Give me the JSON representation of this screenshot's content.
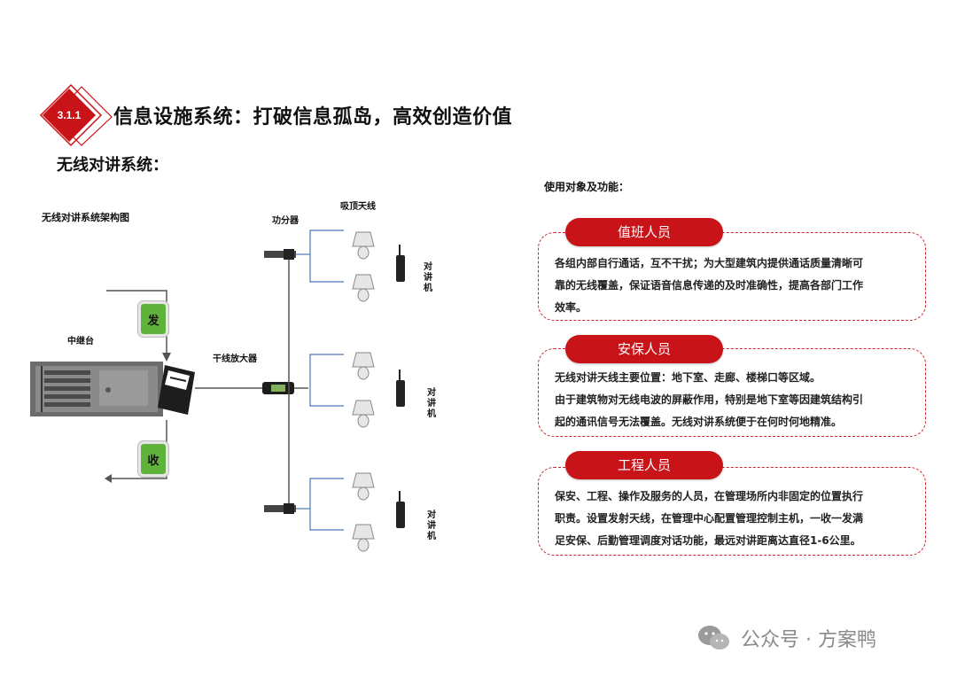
{
  "header": {
    "badge": "3.1.1",
    "title": "信息设施系统：打破信息孤岛，高效创造价值",
    "subtitle": "无线对讲系统："
  },
  "diagram": {
    "title": "无线对讲系统架构图",
    "labels": {
      "splitter": "功分器",
      "ceiling_antenna": "吸顶天线",
      "repeater": "中继台",
      "trunk_amplifier": "干线放大器",
      "send": "发",
      "receive": "收",
      "radio": "对讲机"
    }
  },
  "uses": {
    "title": "使用对象及功能：",
    "cards": [
      {
        "role": "值班人员",
        "lines": [
          "各组内部自行通话，互不干扰；为大型建筑内提供通话质量清晰可",
          "靠的无线覆盖，保证语音信息传递的及时准确性，提高各部门工作",
          "效率。"
        ]
      },
      {
        "role": "安保人员",
        "lines": [
          "无线对讲天线主要位置：地下室、走廊、楼梯口等区域。",
          "由于建筑物对无线电波的屏蔽作用，特别是地下室等因建筑结构引",
          "起的通讯信号无法覆盖。无线对讲系统便于在何时何地精准。"
        ]
      },
      {
        "role": "工程人员",
        "lines": [
          "保安、工程、操作及服务的人员，在管理场所内非固定的位置执行",
          "职责。设置发射天线，在管理中心配置管理控制主机，一收一发满",
          "足安保、后勤管理调度对话功能，最远对讲距离达直径1-6公里。"
        ]
      }
    ]
  },
  "watermark": "公众号 · 方案鸭",
  "colors": {
    "accent": "#c81318",
    "dashed_border": "#c9252c",
    "green_button": "#5fb33b",
    "line_blue": "#4a77b4",
    "watermark_gray": "#8a8a8a"
  }
}
